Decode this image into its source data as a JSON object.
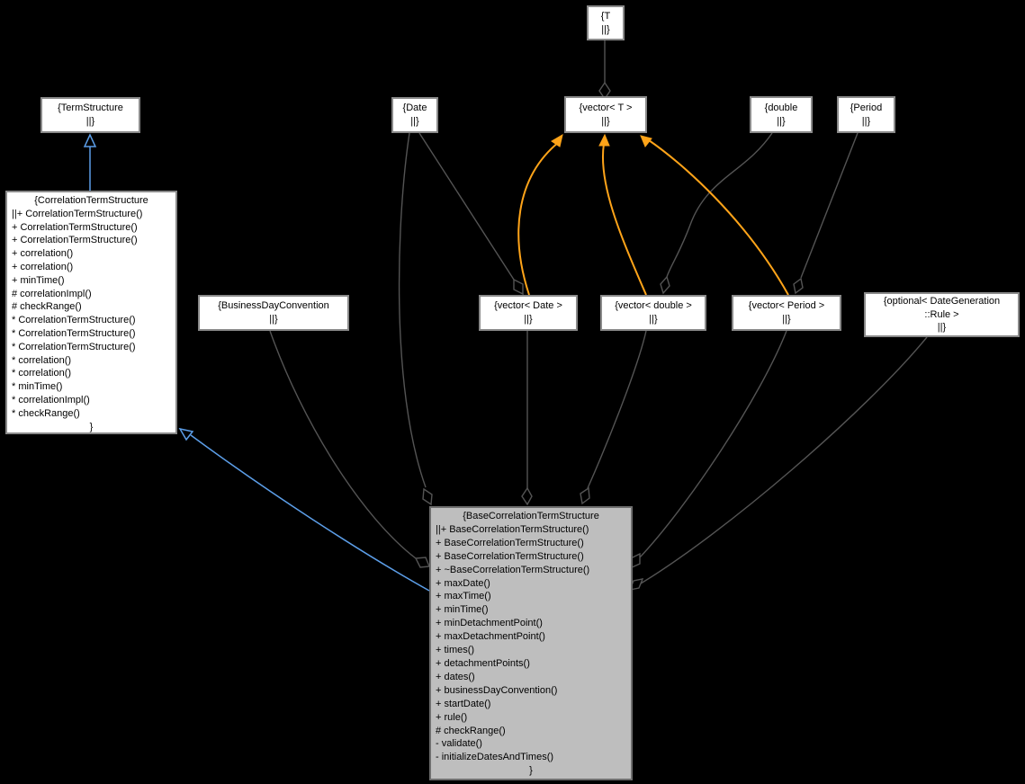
{
  "diagram": {
    "title": "BaseCorrelationTermStructure collaboration diagram",
    "colors": {
      "background": "#000000",
      "node_fill": "#ffffff",
      "node_border": "#8a8a8a",
      "highlight_node_fill": "#bebebe",
      "text": "#000000",
      "member_edge": "#545454",
      "inheritance_edge": "#5c9ee8",
      "template_edge": "#ffa419"
    },
    "nodes": {
      "t": {
        "lines": [
          "{T",
          "||}"
        ]
      },
      "termstructure": {
        "lines": [
          "{TermStructure",
          "||}"
        ]
      },
      "date": {
        "lines": [
          "{Date",
          "||}"
        ]
      },
      "vector_t": {
        "lines": [
          "{vector< T >",
          "||}"
        ]
      },
      "double": {
        "lines": [
          "{double",
          "||}"
        ]
      },
      "period": {
        "lines": [
          "{Period",
          "||}"
        ]
      },
      "businessdayconvention": {
        "lines": [
          "{BusinessDayConvention",
          "||}"
        ]
      },
      "vector_date": {
        "lines": [
          "{vector< Date >",
          "||}"
        ]
      },
      "vector_double": {
        "lines": [
          "{vector< double >",
          "||}"
        ]
      },
      "vector_period": {
        "lines": [
          "{vector< Period >",
          "||}"
        ]
      },
      "optional_dategeneration_rule": {
        "lines": [
          "{optional< DateGeneration",
          "::Rule >",
          "||}"
        ]
      },
      "correlationtermstructure": {
        "lines": [
          "{CorrelationTermStructure",
          "||+ CorrelationTermStructure()",
          "+ CorrelationTermStructure()",
          "+ CorrelationTermStructure()",
          "+ correlation()",
          "+ correlation()",
          "+ minTime()",
          "# correlationImpl()",
          "# checkRange()",
          "* CorrelationTermStructure()",
          "* CorrelationTermStructure()",
          "* CorrelationTermStructure()",
          "* correlation()",
          "* correlation()",
          "* minTime()",
          "* correlationImpl()",
          "* checkRange()",
          "}"
        ]
      },
      "basecorrelationtermstructure": {
        "lines": [
          "{BaseCorrelationTermStructure",
          "||+ BaseCorrelationTermStructure()",
          "+ BaseCorrelationTermStructure()",
          "+ BaseCorrelationTermStructure()",
          "+ ~BaseCorrelationTermStructure()",
          "+ maxDate()",
          "+ maxTime()",
          "+ minTime()",
          "+ minDetachmentPoint()",
          "+ maxDetachmentPoint()",
          "+ times()",
          "+ detachmentPoints()",
          "+ dates()",
          "+ businessDayConvention()",
          "+ startDate()",
          "+ rule()",
          "# checkRange()",
          "- validate()",
          "- initializeDatesAndTimes()",
          "}"
        ]
      }
    }
  }
}
